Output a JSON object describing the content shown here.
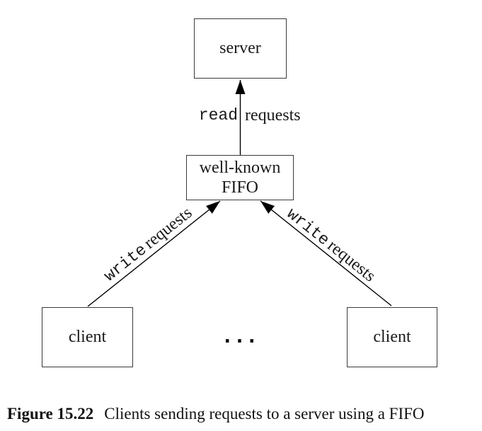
{
  "figure": {
    "nodes": {
      "server": "server",
      "fifo_line1": "well-known",
      "fifo_line2": "FIFO",
      "client_left": "client",
      "client_right": "client"
    },
    "ellipsis": "...",
    "labels": {
      "read": {
        "command": "read",
        "object": "requests"
      },
      "write_left": {
        "command": "write",
        "object": "requests"
      },
      "write_right": {
        "command": "write",
        "object": "requests"
      }
    }
  },
  "caption": {
    "number": "Figure 15.22",
    "text": "Clients sending requests to a server using a FIFO"
  },
  "colors": {
    "background": "#ffffff",
    "box_border": "#3a3a3a",
    "arrow_line": "#000000",
    "text": "#1a1a1a"
  }
}
